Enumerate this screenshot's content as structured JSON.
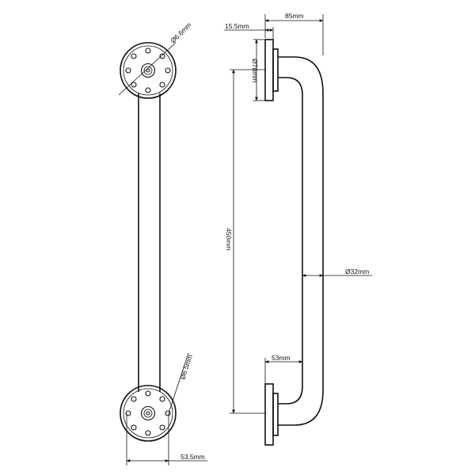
{
  "drawing": {
    "colors": {
      "line": "#111111",
      "background": "#ffffff"
    },
    "dimensions": {
      "top_flange_thickness": "15.5mm",
      "overall_depth": "85mm",
      "flange_diameter": "Ø78mm",
      "center_to_center": "450mm",
      "tube_diameter": "Ø32mm",
      "standoff": "53mm",
      "hole_diameter_top": "Ø6.6mm",
      "hole_diameter_bottom": "Ø6.5mm",
      "bottom_hole_spacing": "53.5mm"
    }
  }
}
